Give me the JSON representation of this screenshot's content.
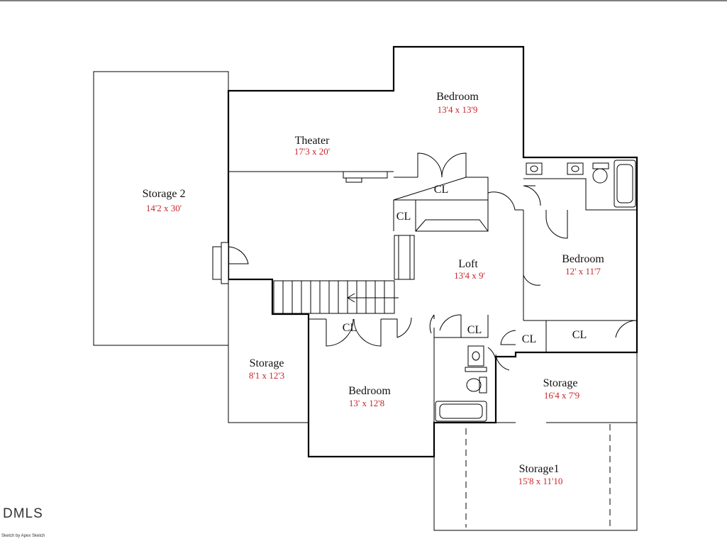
{
  "colors": {
    "dimension": "#c8242b",
    "line": "#000000"
  },
  "rooms": {
    "storage2": {
      "name": "Storage 2",
      "dims": "14'2 x 30'"
    },
    "theater": {
      "name": "Theater",
      "dims": "17'3 x 20'"
    },
    "bedroom_top": {
      "name": "Bedroom",
      "dims": "13'4 x 13'9"
    },
    "bedroom_right": {
      "name": "Bedroom",
      "dims": "12' x 11'7"
    },
    "loft": {
      "name": "Loft",
      "dims": "13'4 x 9'"
    },
    "storage_small": {
      "name": "Storage",
      "dims": "8'1 x 12'3"
    },
    "bedroom_bottom": {
      "name": "Bedroom",
      "dims": "13' x 12'8"
    },
    "storage_mid": {
      "name": "Storage",
      "dims": "16'4 x 7'9"
    },
    "storage1": {
      "name": "Storage1",
      "dims": "15'8 x 11'10"
    }
  },
  "closets": {
    "label": "CL"
  },
  "footer": {
    "logo": "DMLS",
    "credit": "Sketch by Apex Sketch"
  }
}
